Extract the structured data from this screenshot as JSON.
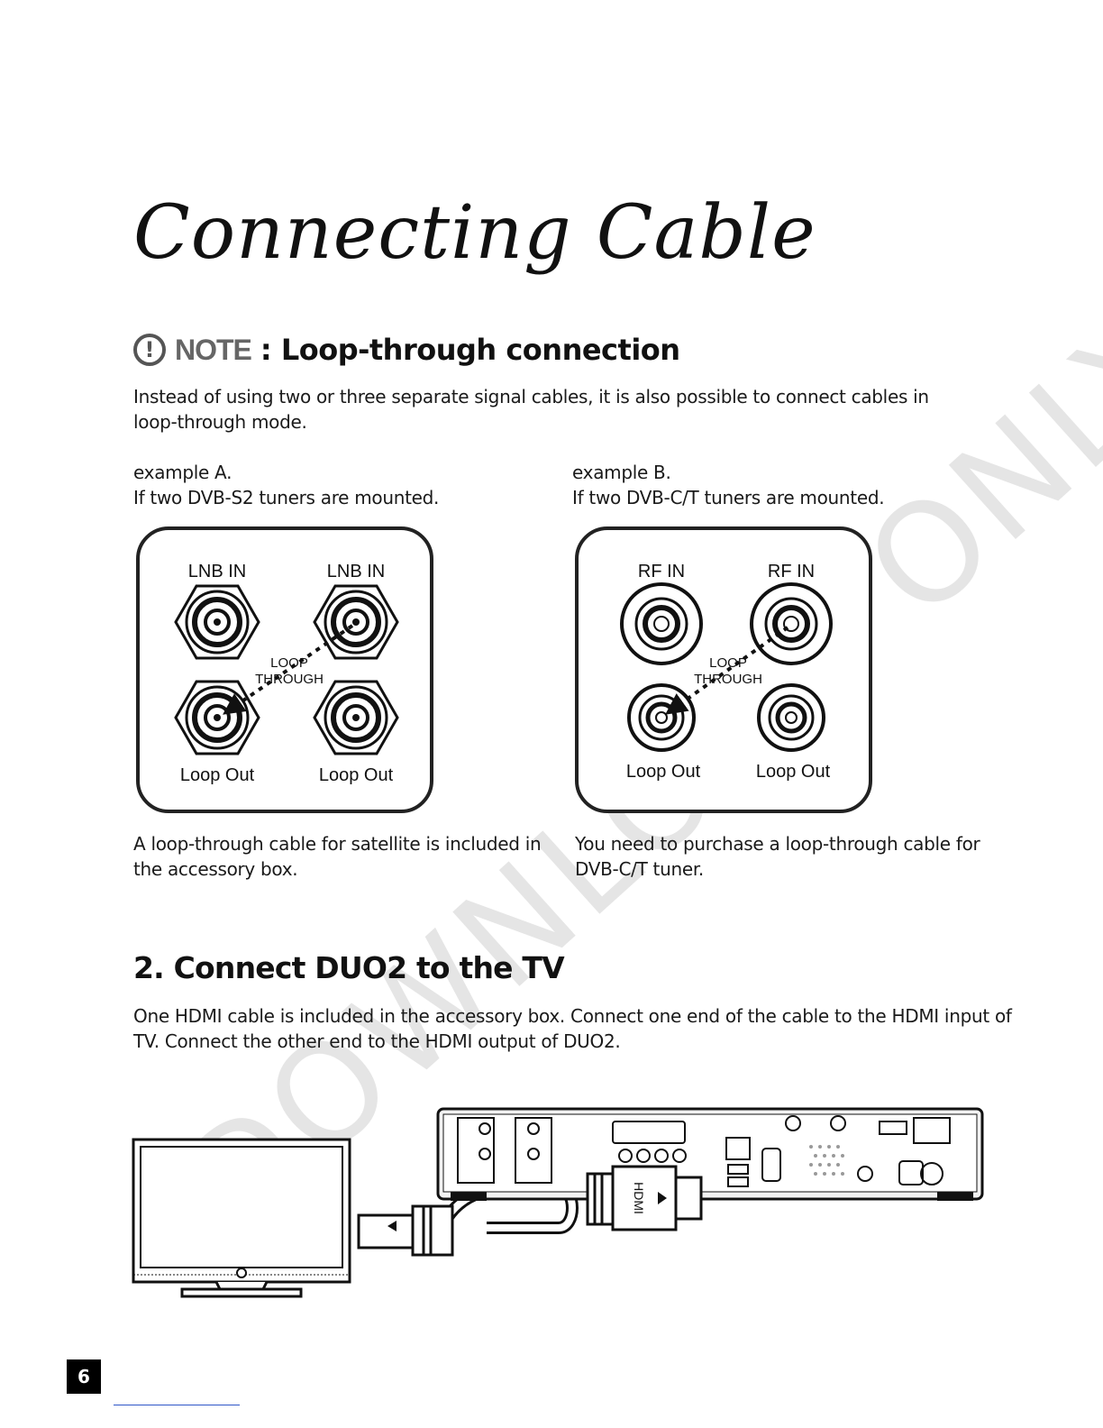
{
  "page": {
    "title": "Connecting Cable",
    "note_label": "NOTE",
    "note_heading": ": Loop-through connection",
    "note_icon": "exclamation-circle-icon",
    "intro": "Instead of using two or three separate signal cables, it is also possible to connect cables in loop-through mode.",
    "example_a": {
      "label": "example A.",
      "desc": "If two DVB-S2 tuners are mounted.",
      "top_left": "LNB IN",
      "top_right": "LNB IN",
      "bottom_left": "Loop Out",
      "bottom_right": "Loop Out",
      "loop_line1": "LOOP",
      "loop_line2": "THROUGH",
      "caption": "A loop-through cable for satellite is included in the accessory box."
    },
    "example_b": {
      "label": "example B.",
      "desc": "If two DVB-C/T tuners are mounted.",
      "top_left": "RF IN",
      "top_right": "RF IN",
      "bottom_left": "Loop Out",
      "bottom_right": "Loop Out",
      "loop_line1": "LOOP",
      "loop_line2": "THROUGH",
      "caption": "You need to purchase a loop-through cable for DVB-C/T tuner."
    },
    "section2_heading": "2. Connect DUO2 to the TV",
    "section2_text": "One HDMI cable is included in the accessory box.  Connect one end of the cable to the HDMI input of TV.  Connect the other end to the HDMI output of DUO2.",
    "hdmi_plug_label": "HDMI",
    "watermark": "DOWNLOAD ONLY",
    "page_number": "6"
  }
}
